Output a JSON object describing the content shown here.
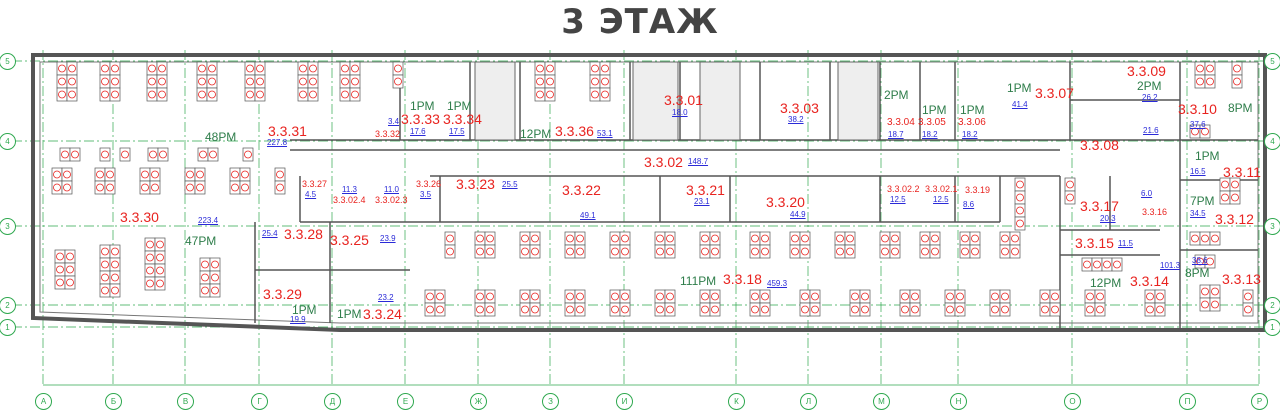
{
  "title": "3 ЭТАЖ",
  "colors": {
    "room_id": "#e8231f",
    "area": "#2a2ad8",
    "seats": "#2e7d4a",
    "grid": "#2fa84f",
    "wall": "#555555"
  },
  "axes": {
    "columns": [
      "А",
      "Б",
      "В",
      "Г",
      "Д",
      "Е",
      "Ж",
      "З",
      "И",
      "К",
      "Л",
      "М",
      "Н",
      "О",
      "П",
      "Р"
    ],
    "rows": [
      "5",
      "4",
      "3",
      "2",
      "1"
    ]
  },
  "rooms": [
    {
      "id": "3.3.31",
      "area": "227.8",
      "seats": "48РМ"
    },
    {
      "id": "3.3.30",
      "area": "223.4",
      "seats": "47РМ"
    },
    {
      "id": "3.3.28",
      "area": "25.4",
      "seats": ""
    },
    {
      "id": "3.3.25",
      "area": "23.9",
      "seats": ""
    },
    {
      "id": "3.3.29",
      "area": "19.9",
      "seats": "1РМ"
    },
    {
      "id": "3.3.24",
      "area": "23.2",
      "seats": "1РМ"
    },
    {
      "id": "3.3.27",
      "area": "4.5",
      "seats": ""
    },
    {
      "id": "3.3.02.4",
      "area": "11.3",
      "seats": ""
    },
    {
      "id": "3.3.02.3",
      "area": "11.0",
      "seats": ""
    },
    {
      "id": "3.3.26",
      "area": "3.5",
      "seats": ""
    },
    {
      "id": "3.3.32",
      "area": "3.4",
      "seats": ""
    },
    {
      "id": "3.3.33",
      "area": "17.6",
      "seats": "1РМ"
    },
    {
      "id": "3.3.34",
      "area": "17.5",
      "seats": "1РМ"
    },
    {
      "id": "3.3.36",
      "area": "53.1",
      "seats": "12РМ"
    },
    {
      "id": "3.3.01",
      "area": "18.0",
      "seats": ""
    },
    {
      "id": "3.3.03",
      "area": "38.2",
      "seats": ""
    },
    {
      "id": "3.3.02",
      "area": "148.7",
      "seats": ""
    },
    {
      "id": "3.3.23",
      "area": "25.5",
      "seats": ""
    },
    {
      "id": "3.3.22",
      "area": "49.1",
      "seats": ""
    },
    {
      "id": "3.3.21",
      "area": "23.1",
      "seats": ""
    },
    {
      "id": "3.3.20",
      "area": "44.9",
      "seats": ""
    },
    {
      "id": "3.3.18",
      "area": "459.3",
      "seats": "111РМ"
    },
    {
      "id": "3.3.04",
      "area": "18.7",
      "seats": "2РМ"
    },
    {
      "id": "3.3.05",
      "area": "18.2",
      "seats": "1РМ"
    },
    {
      "id": "3.3.06",
      "area": "18.2",
      "seats": "1РМ"
    },
    {
      "id": "3.3.07",
      "area": "41.4",
      "seats": "1РМ"
    },
    {
      "id": "3.3.09",
      "area": "26.2",
      "seats": "2РМ"
    },
    {
      "id": "3.3.08",
      "area": "21.6",
      "seats": ""
    },
    {
      "id": "3.3.10",
      "area": "37.6",
      "seats": "8РМ"
    },
    {
      "id": "3.3.11",
      "area": "16.5",
      "seats": "1РМ"
    },
    {
      "id": "3.3.12",
      "area": "34.5",
      "seats": "7РМ"
    },
    {
      "id": "3.3.13",
      "area": "38.6",
      "seats": "8РМ"
    },
    {
      "id": "3.3.14",
      "area": "101.3",
      "seats": "12РМ"
    },
    {
      "id": "3.3.15",
      "area": "11.5",
      "seats": ""
    },
    {
      "id": "3.3.16",
      "area": "6.0",
      "seats": ""
    },
    {
      "id": "3.3.17",
      "area": "20.3",
      "seats": ""
    },
    {
      "id": "3.3.19",
      "area": "8.6",
      "seats": ""
    },
    {
      "id": "3.3.02.2",
      "area": "12.5",
      "seats": ""
    },
    {
      "id": "3.3.02.1",
      "area": "12.5",
      "seats": ""
    }
  ]
}
